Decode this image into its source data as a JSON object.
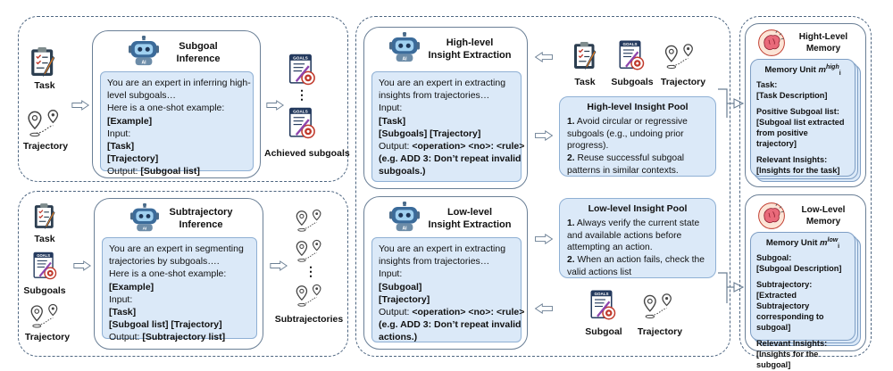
{
  "subgoal_inference": {
    "title": "Subgoal\nInference",
    "lines": [
      {
        "text": "You are an expert in inferring high-",
        "bold": false
      },
      {
        "text": "level subgoals…",
        "bold": false
      },
      {
        "text": "Here is a one-shot example:",
        "bold": false
      },
      {
        "text": "[Example]",
        "bold": true
      },
      {
        "text": "Input:",
        "bold": false
      },
      {
        "text": "[Task]",
        "bold": true
      },
      {
        "text": "[Trajectory]",
        "bold": true
      },
      {
        "text": "Output: ",
        "bold": false,
        "tail": "[Subgoal list]"
      }
    ],
    "task_label": "Task",
    "trajectory_label": "Trajectory",
    "output_label": "Achieved subgoals",
    "ellipsis": "⋮"
  },
  "subtrajectory_inference": {
    "title": "Subtrajectory\nInference",
    "lines": [
      {
        "text": "You are an expert in segmenting",
        "bold": false
      },
      {
        "text": "trajectories by subgoals….",
        "bold": false
      },
      {
        "text": "Here is a one-shot example:",
        "bold": false
      },
      {
        "text": "[Example]",
        "bold": true
      },
      {
        "text": "Input:",
        "bold": false
      },
      {
        "text": "[Task]",
        "bold": true
      },
      {
        "text": "[Subgoal list]  [Trajectory]",
        "bold": true
      },
      {
        "text": "Output: ",
        "bold": false,
        "tail": "[Subtrajectory list]"
      }
    ],
    "task_label": "Task",
    "subgoals_label": "Subgoals",
    "trajectory_label": "Trajectory",
    "output_label": "Subtrajectories",
    "ellipsis": "⋮"
  },
  "high_level_extraction": {
    "title": "High-level\nInsight Extraction",
    "lines": [
      {
        "text": "You are an expert in extracting",
        "bold": false
      },
      {
        "text": "insights from trajectories…",
        "bold": false
      },
      {
        "text": "Input:",
        "bold": false
      },
      {
        "text": "[Task]",
        "bold": true
      },
      {
        "text": "[Subgoals] [Trajectory]",
        "bold": true
      },
      {
        "text": "Output: ",
        "bold": false,
        "tail": "<operation> <no>: <rule>"
      },
      {
        "text": "(e.g. ADD 3: Don’t repeat invalid",
        "bold": true
      },
      {
        "text": "subgoals.)",
        "bold": true
      }
    ],
    "inputs": [
      "Task",
      "Subgoals",
      "Trajectory"
    ]
  },
  "high_level_pool": {
    "title": "High-level Insight Pool",
    "items": [
      {
        "num": "1.",
        "text": " Avoid circular or regressive",
        "cont": "subgoals (e.g., undoing prior",
        "cont2": "progress)."
      },
      {
        "num": "2.",
        "text": " Reuse successful subgoal",
        "cont": "patterns in similar contexts.",
        "cont2": ""
      }
    ]
  },
  "low_level_extraction": {
    "title": "Low-level\nInsight Extraction",
    "lines": [
      {
        "text": "You are an expert in extracting",
        "bold": false
      },
      {
        "text": "insights from trajectories…",
        "bold": false
      },
      {
        "text": "Input:",
        "bold": false
      },
      {
        "text": "[Subgoal]",
        "bold": true
      },
      {
        "text": "[Trajectory]",
        "bold": true
      },
      {
        "text": "Output: ",
        "bold": false,
        "tail": "<operation> <no>: <rule>"
      },
      {
        "text": "(e.g. ADD 3: Don’t repeat invalid",
        "bold": true
      },
      {
        "text": "actions.)",
        "bold": true
      }
    ],
    "inputs": [
      "Subgoal",
      "Trajectory"
    ]
  },
  "low_level_pool": {
    "title": "Low-level Insight Pool",
    "items": [
      {
        "num": "1.",
        "text": " Always verify the current state",
        "cont": "and available actions before",
        "cont2": "attempting an action."
      },
      {
        "num": "2.",
        "text": " When an action fails, check the",
        "cont": "valid actions list",
        "cont2": ""
      }
    ]
  },
  "high_memory": {
    "title": "Hight-Level\nMemory",
    "unit_title": "Memory Unit ",
    "unit_sym": "m",
    "unit_sub": "i",
    "unit_sup": "high",
    "fields": [
      {
        "k": "Task:",
        "v": "[Task Description]"
      },
      {
        "k": "Positive Subgoal list:",
        "v": "[Subgoal list extracted\nfrom positive trajectory]"
      },
      {
        "k": "Relevant Insights:",
        "v": "[Insights for the task]"
      }
    ]
  },
  "low_memory": {
    "title": "Low-Level\nMemory",
    "unit_title": "Memory Unit ",
    "unit_sym": "m",
    "unit_sub": "i",
    "unit_sup": "low",
    "fields": [
      {
        "k": "Subgoal:",
        "v": "[Subgoal Description]"
      },
      {
        "k": "Subtrajectory:",
        "v": "[Extracted Subtrajectory\ncorresponding to subgoal]"
      },
      {
        "k": "Relevant Insights:",
        "v": "[Insights for the subgoal]"
      }
    ]
  },
  "colors": {
    "panel_border": "#4d6580",
    "prompt_fill": "#dbe9f8",
    "accent_red": "#c0392b",
    "goal_dark": "#243a5e"
  }
}
